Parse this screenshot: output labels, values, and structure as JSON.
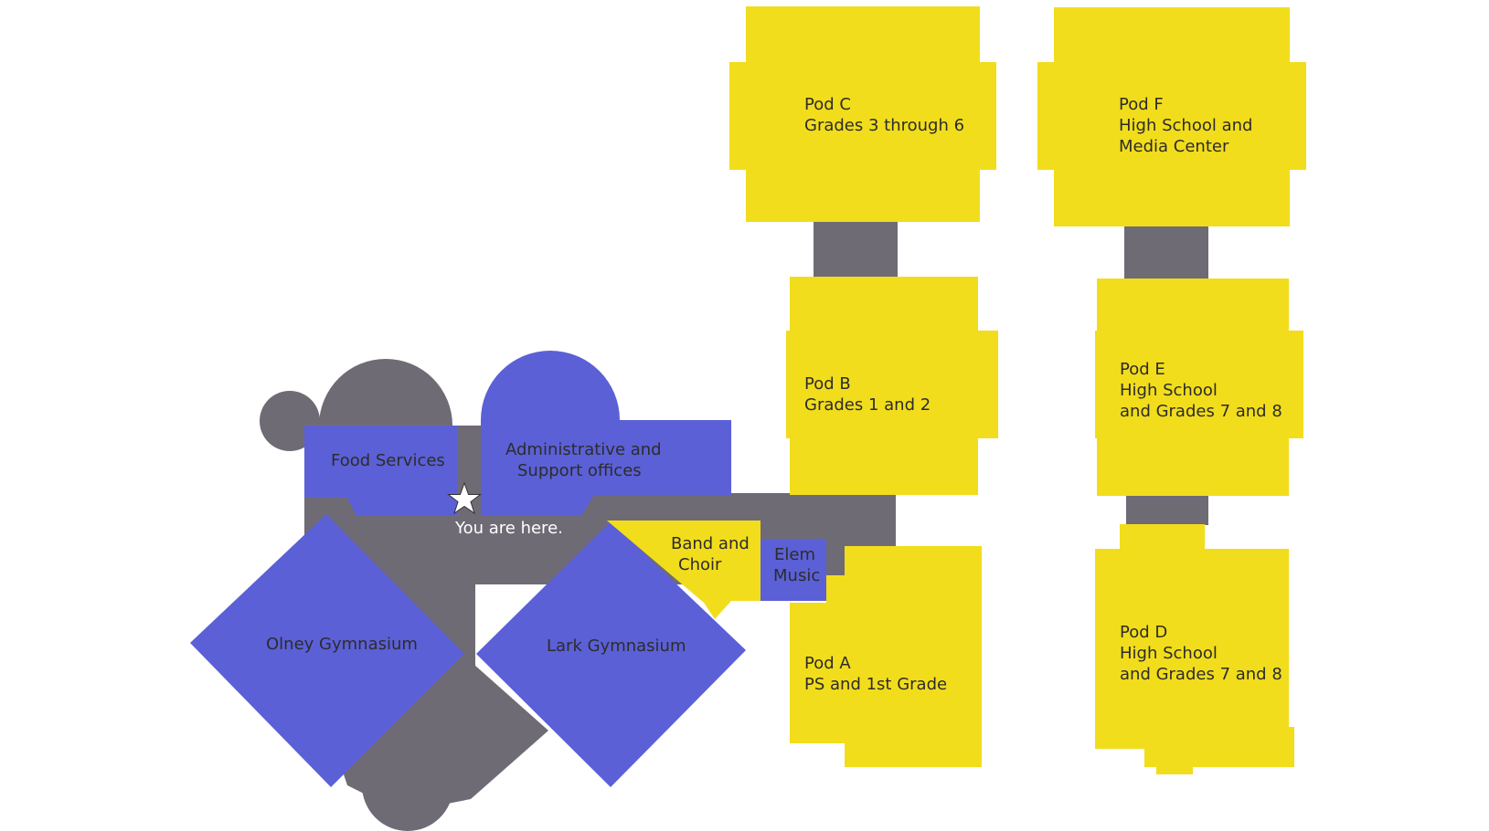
{
  "colors": {
    "pod": "#f2dd1c",
    "blue_room": "#5b60d6",
    "corridor": "#6f6b75",
    "text": "#2c2c2c",
    "marker_text": "#ffffff"
  },
  "marker": {
    "icon": "star-icon",
    "label": "You are here."
  },
  "rooms": {
    "food_services": "Food Services",
    "admin_line1": "Administrative and",
    "admin_line2": "Support offices",
    "olney_gym": "Olney Gymnasium",
    "lark_gym": "Lark Gymnasium",
    "band_line1": "Band and",
    "band_line2": "Choir",
    "elem_line1": "Elem",
    "elem_line2": "Music"
  },
  "pods": {
    "pod_c": {
      "line1": "Pod C",
      "line2": "Grades 3 through 6"
    },
    "pod_b": {
      "line1": "Pod B",
      "line2": "Grades 1 and 2"
    },
    "pod_a": {
      "line1": "Pod A",
      "line2": "PS and 1st Grade"
    },
    "pod_f": {
      "line1": "Pod F",
      "line2": "High School and",
      "line3": "Media Center"
    },
    "pod_e": {
      "line1": "Pod E",
      "line2": "High School",
      "line3": "and Grades 7 and 8"
    },
    "pod_d": {
      "line1": "Pod D",
      "line2": "High School",
      "line3": "and Grades 7 and 8"
    }
  }
}
